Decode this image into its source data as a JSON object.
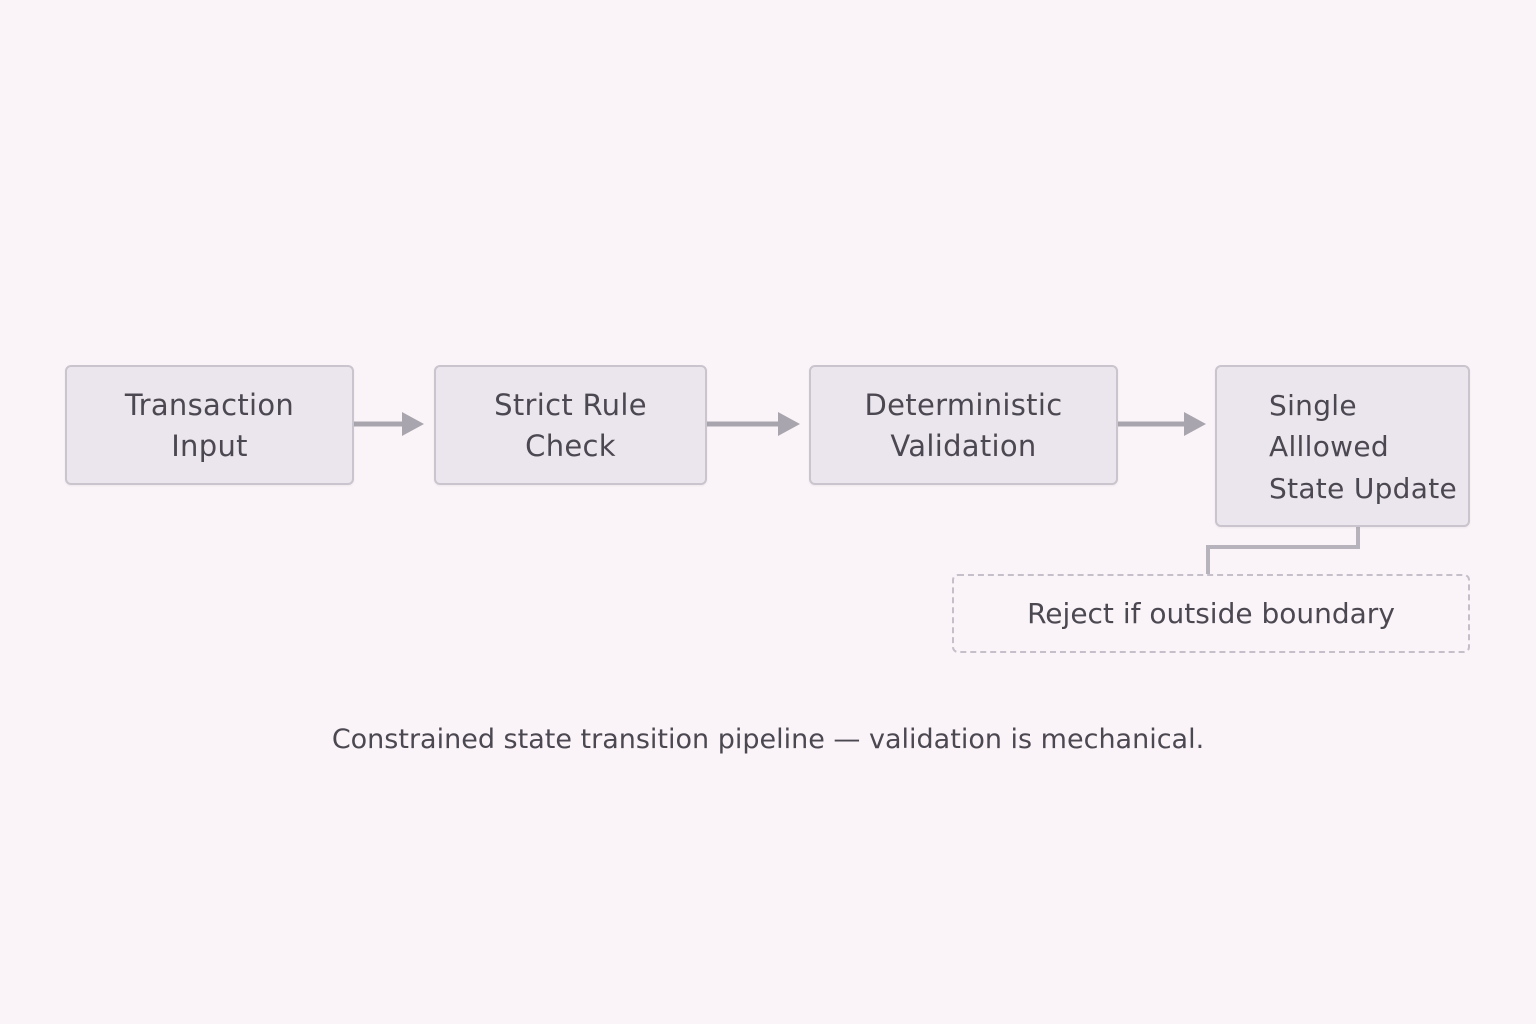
{
  "diagram": {
    "nodes": [
      {
        "id": "transaction-input",
        "lines": [
          "Transaction",
          "Input"
        ]
      },
      {
        "id": "strict-rule-check",
        "lines": [
          "Strict Rule",
          "Check"
        ]
      },
      {
        "id": "deterministic-validation",
        "lines": [
          "Deterministic",
          "Validation"
        ]
      },
      {
        "id": "single-allowed-state-update",
        "lines": [
          "Single",
          "Alllowed",
          "State Update"
        ]
      }
    ],
    "reject_note": "Reject if outside boundary",
    "caption": "Constrained state transition pipeline — validation is mechanical.",
    "edges": [
      {
        "from": "transaction-input",
        "to": "strict-rule-check",
        "style": "arrow"
      },
      {
        "from": "strict-rule-check",
        "to": "deterministic-validation",
        "style": "arrow"
      },
      {
        "from": "deterministic-validation",
        "to": "single-allowed-state-update",
        "style": "arrow"
      },
      {
        "from": "single-allowed-state-update",
        "to": "reject-note",
        "style": "elbow-line"
      }
    ],
    "colors": {
      "background": "#faf4f8",
      "node_fill": "#ebe6ed",
      "node_border": "#c9c4cd",
      "connector": "#a9a5ae",
      "text": "#4c4852"
    }
  }
}
